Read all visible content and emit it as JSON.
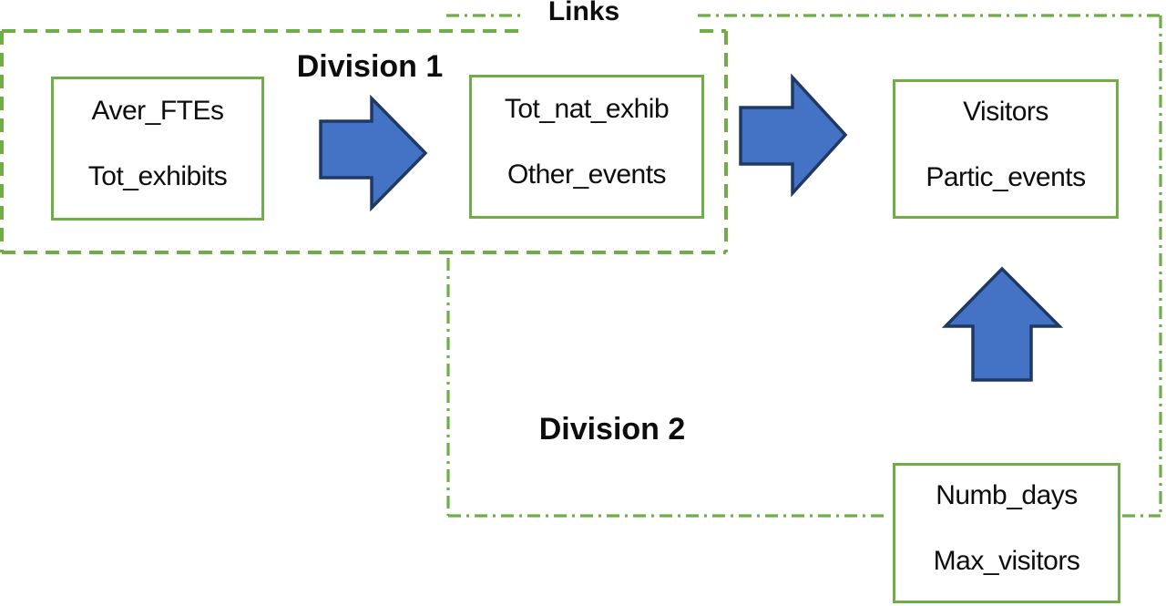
{
  "labels": {
    "links": "Links",
    "division1": "Division 1",
    "division2": "Division 2"
  },
  "boxes": {
    "box1": {
      "line1": "Aver_FTEs",
      "line2": "Tot_exhibits"
    },
    "box2": {
      "line1": "Tot_nat_exhib",
      "line2": "Other_events"
    },
    "box3": {
      "line1": "Visitors",
      "line2": "Partic_events"
    },
    "box4": {
      "line1": "Numb_days",
      "line2": "Max_visitors"
    }
  },
  "colors": {
    "border_green": "#70AD47",
    "arrow_fill": "#4472C4",
    "arrow_stroke": "#1F3864",
    "text": "#0D0D0D",
    "background": "#FFFFFF"
  }
}
